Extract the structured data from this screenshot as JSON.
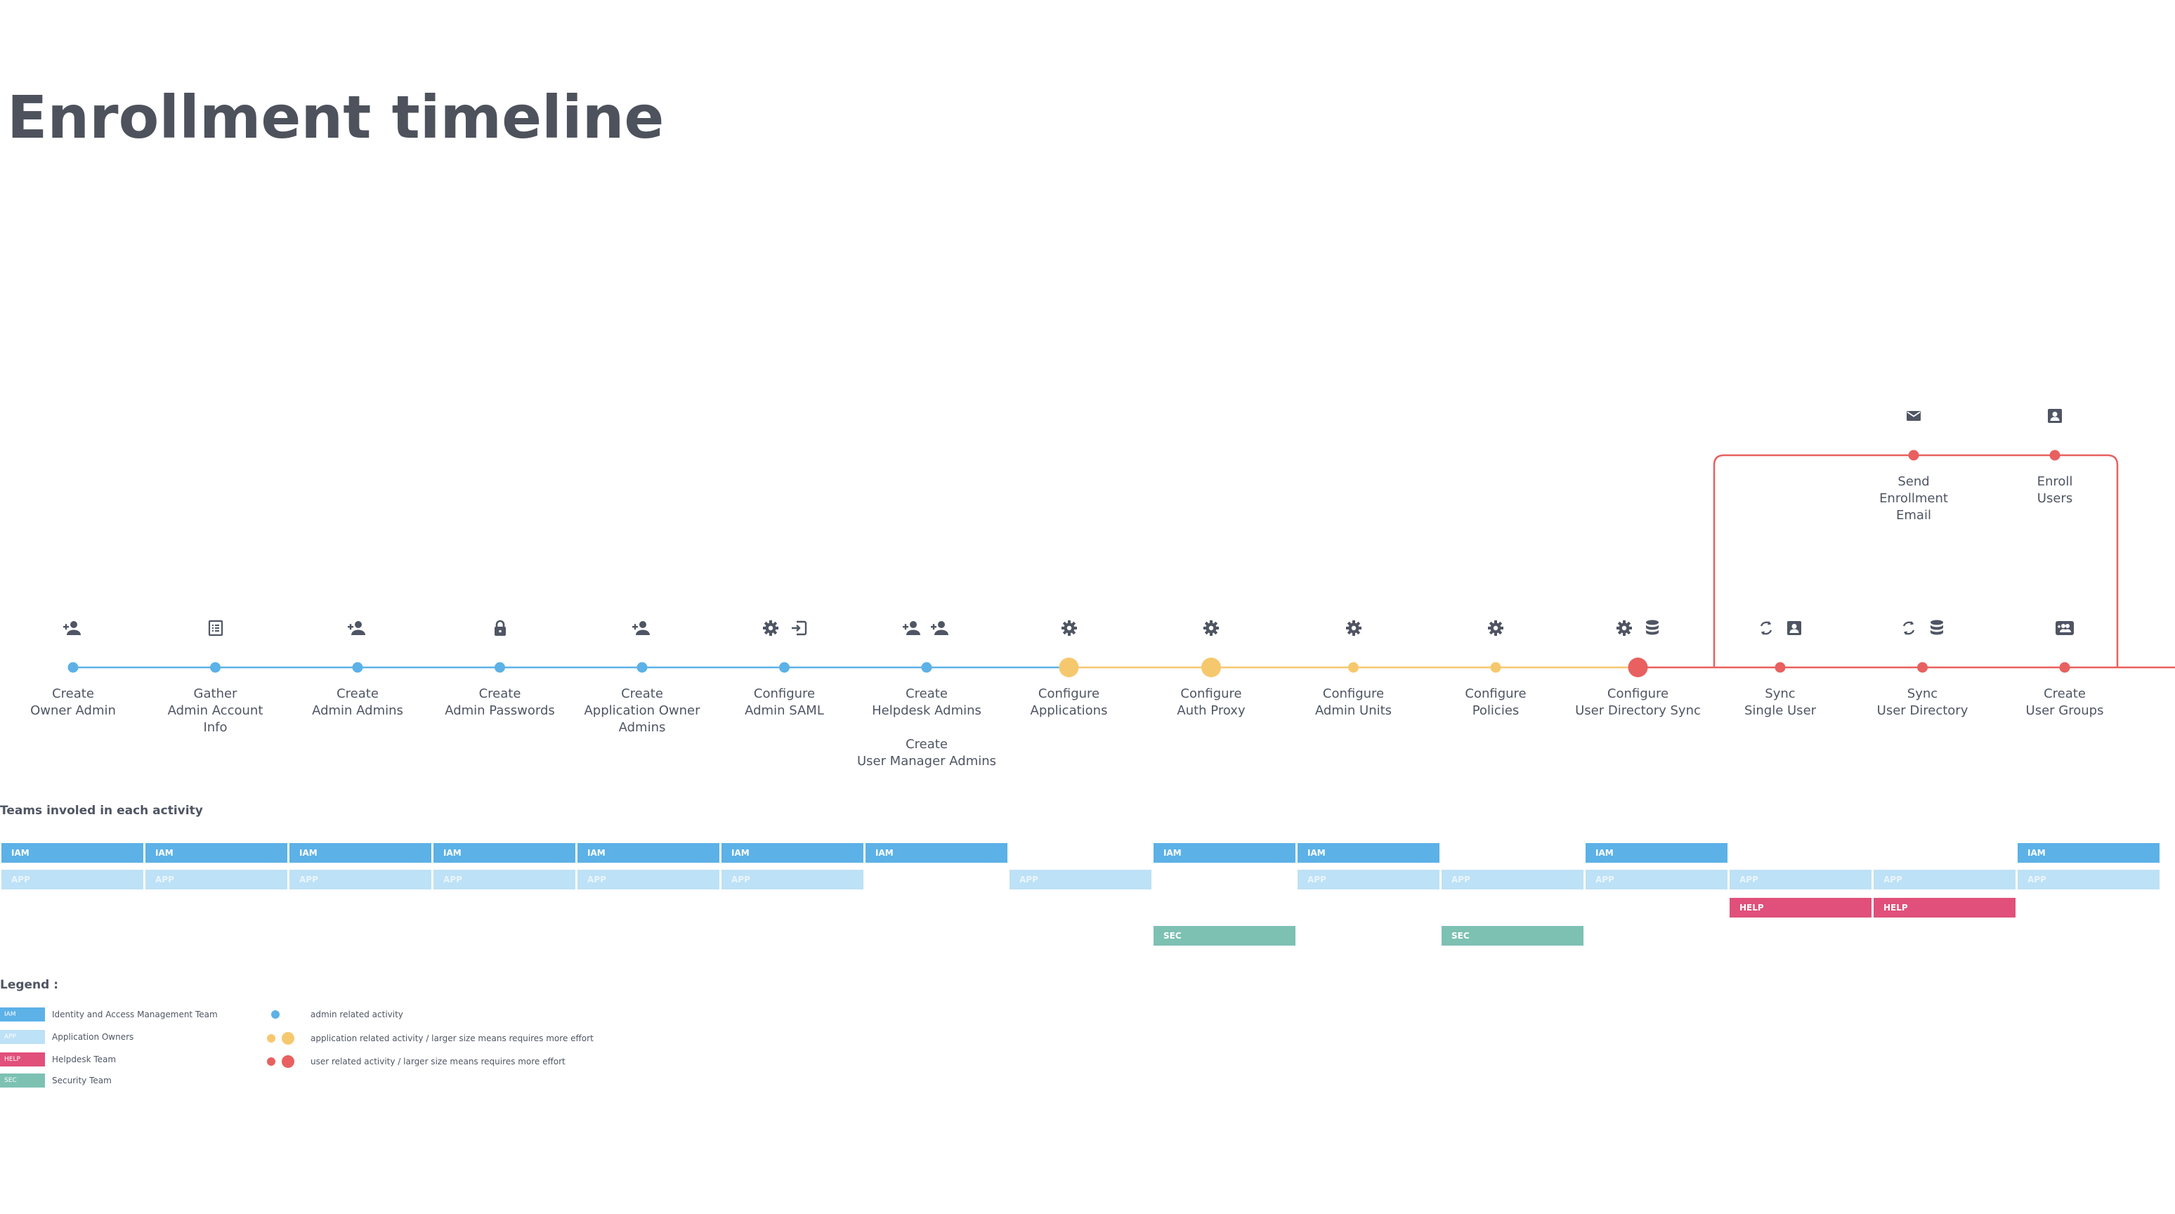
{
  "title": "Enrollment timeline",
  "colors": {
    "admin": "#5cb1e7",
    "application": "#f6c86e",
    "user": "#e8605f",
    "iam": "#5cb1e7",
    "app": "#bde1f6",
    "help": "#e0507b",
    "sec": "#7dc1b3",
    "icon": "#4f5563"
  },
  "milestones": [
    {
      "label": "Create\nOwner Admin",
      "icons": [
        "person-add-icon"
      ],
      "kind": "admin",
      "size": "small"
    },
    {
      "label": "Gather\nAdmin Account\nInfo",
      "icons": [
        "list-document-icon"
      ],
      "kind": "admin",
      "size": "small"
    },
    {
      "label": "Create\nAdmin Admins",
      "icons": [
        "person-add-icon"
      ],
      "kind": "admin",
      "size": "small"
    },
    {
      "label": "Create\nAdmin Passwords",
      "icons": [
        "lock-icon"
      ],
      "kind": "admin",
      "size": "small"
    },
    {
      "label": "Create\nApplication Owner\nAdmins",
      "icons": [
        "person-add-icon"
      ],
      "kind": "admin",
      "size": "small"
    },
    {
      "label": "Configure\nAdmin SAML",
      "icons": [
        "gear-icon",
        "login-icon"
      ],
      "kind": "admin",
      "size": "small"
    },
    {
      "label": "Create\nHelpdesk Admins\n\nCreate\nUser Manager Admins",
      "icons": [
        "person-add-icon",
        "person-add-icon"
      ],
      "kind": "admin",
      "size": "small"
    },
    {
      "label": "Configure\nApplications",
      "icons": [
        "gear-icon"
      ],
      "kind": "application",
      "size": "large"
    },
    {
      "label": "Configure\nAuth Proxy",
      "icons": [
        "gear-icon"
      ],
      "kind": "application",
      "size": "large"
    },
    {
      "label": "Configure\nAdmin Units",
      "icons": [
        "gear-icon"
      ],
      "kind": "application",
      "size": "small"
    },
    {
      "label": "Configure\nPolicies",
      "icons": [
        "gear-icon"
      ],
      "kind": "application",
      "size": "small"
    },
    {
      "label": "Configure\nUser Directory Sync",
      "icons": [
        "gear-icon",
        "database-icon"
      ],
      "kind": "user",
      "size": "large"
    },
    {
      "label": "Sync\nSingle User",
      "icons": [
        "sync-icon",
        "contact-card-icon"
      ],
      "kind": "user",
      "size": "small"
    },
    {
      "label": "Sync\nUser Directory",
      "icons": [
        "sync-icon",
        "database-icon"
      ],
      "kind": "user",
      "size": "small"
    },
    {
      "label": "Create\nUser Groups",
      "icons": [
        "group-add-icon"
      ],
      "kind": "user",
      "size": "small"
    }
  ],
  "branch": [
    {
      "label": "Send\nEnrollment\nEmail",
      "icons": [
        "email-icon"
      ],
      "kind": "user",
      "size": "small"
    },
    {
      "label": "Enroll\nUsers",
      "icons": [
        "contact-card-icon"
      ],
      "kind": "user",
      "size": "small"
    }
  ],
  "teams_heading": "Teams involed in each activity",
  "team_bars": [
    {
      "team": "iam",
      "text": "IAM",
      "cols": [
        0,
        1,
        2,
        3,
        4,
        5,
        6,
        8,
        9,
        11,
        14
      ]
    },
    {
      "team": "app",
      "text": "APP",
      "cols": [
        0,
        1,
        2,
        3,
        4,
        5,
        7,
        9,
        10,
        11,
        12,
        13,
        14
      ]
    },
    {
      "team": "help",
      "text": "HELP",
      "cols": [
        12,
        13
      ]
    },
    {
      "team": "sec",
      "text": "SEC",
      "cols": [
        8,
        10
      ]
    }
  ],
  "legend": {
    "heading": "Legend :",
    "teams": [
      {
        "team": "iam",
        "tag": "IAM",
        "text": "Identity and Access Management Team"
      },
      {
        "team": "app",
        "tag": "APP",
        "text": "Application Owners"
      },
      {
        "team": "help",
        "tag": "HELP",
        "text": "Helpdesk Team"
      },
      {
        "team": "sec",
        "tag": "SEC",
        "text": "Security Team"
      }
    ],
    "activities": [
      {
        "kind": "admin",
        "text": "admin related activity"
      },
      {
        "kind": "application",
        "text": "application related activity /  larger size means requires more effort"
      },
      {
        "kind": "user",
        "text": "user related activity / larger size means requires more effort"
      }
    ]
  }
}
